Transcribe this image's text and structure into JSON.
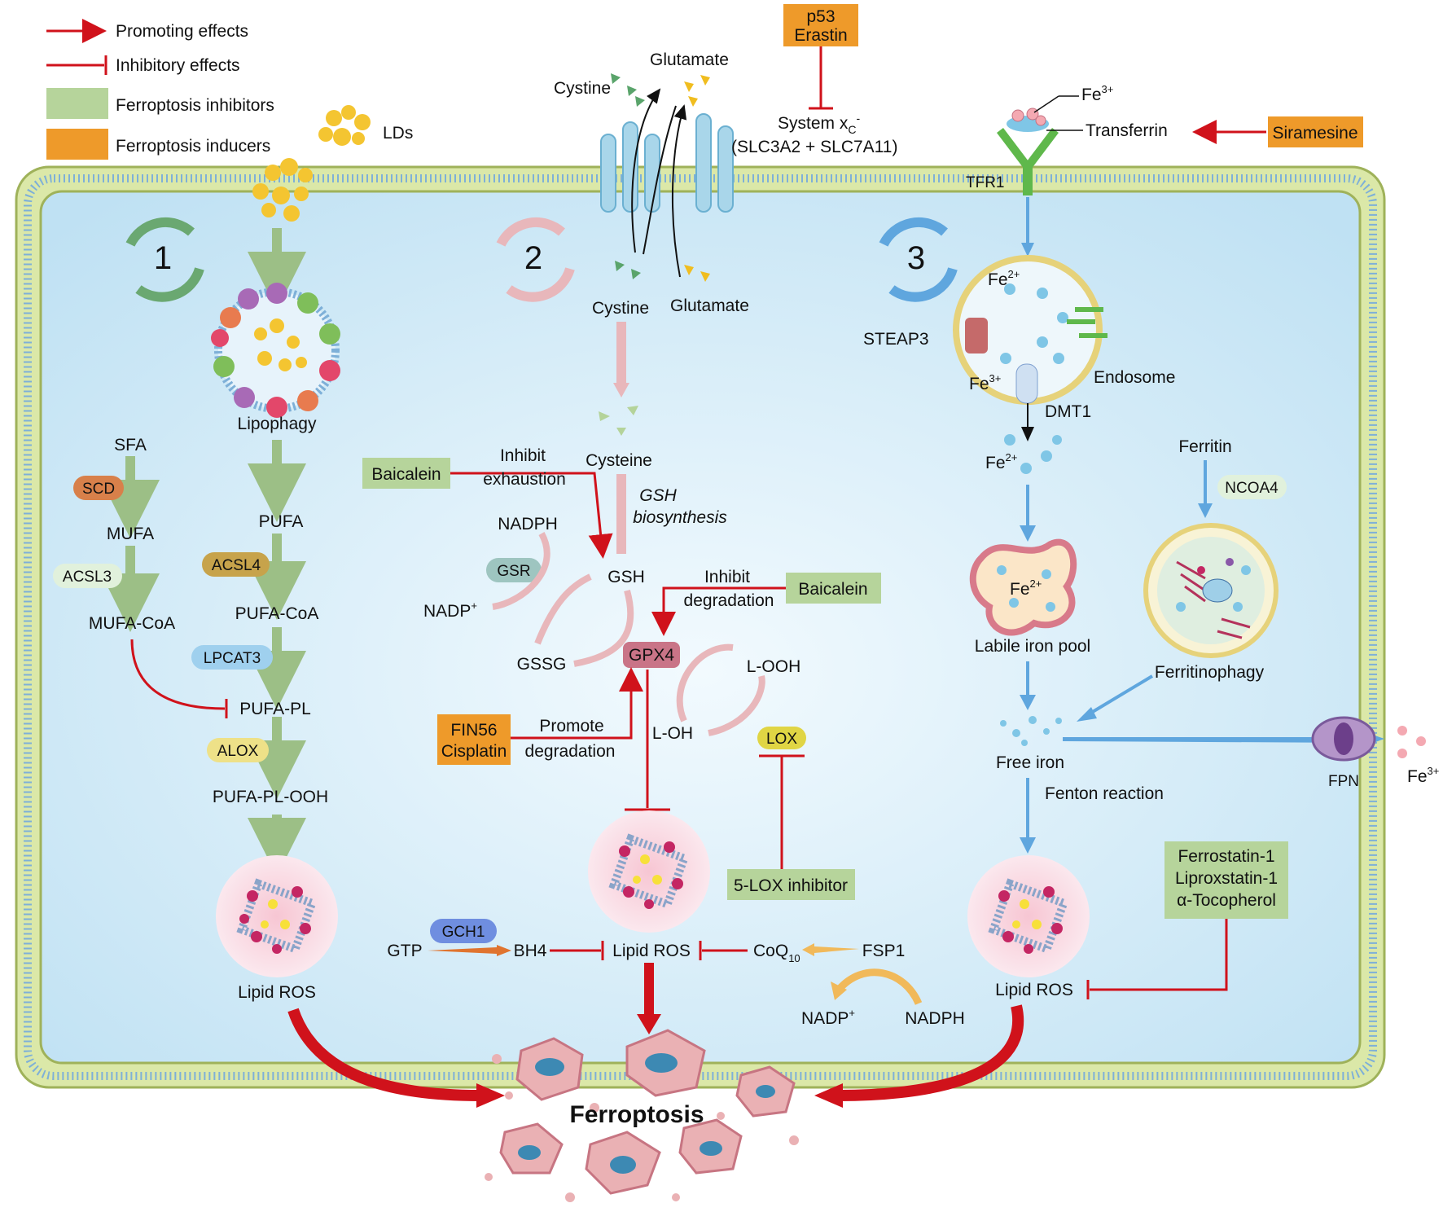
{
  "legend": {
    "promoting": "Promoting effects",
    "inhibitory": "Inhibitory effects",
    "inhibitors": "Ferroptosis inhibitors",
    "inducers": "Ferroptosis inducers"
  },
  "colors": {
    "promote": "#d0121b",
    "inhibitor_box": "#b6d49b",
    "inducer_box": "#ee9a2a",
    "cytoplasm": "#d7edf8",
    "green_arrow": "#9cbf86",
    "pink_arrow": "#e8b7bb",
    "blue_arrow": "#5fa6de"
  },
  "top": {
    "lds": "LDs",
    "cystine_out": "Cystine",
    "glutamate_out": "Glutamate",
    "p53": "p53",
    "erastin": "Erastin",
    "system_xc": "System xc",
    "system_xc_sub": "C",
    "system_xc_sup": "-",
    "slc": "(SLC3A2 + SLC7A11)",
    "fe3": "Fe",
    "fe3_sup": "3+",
    "transferrin": "Transferrin",
    "siramesine": "Siramesine",
    "tfr1": "TFR1"
  },
  "pathway1": {
    "number": "1",
    "lipophagy": "Lipophagy",
    "sfa": "SFA",
    "scd": "SCD",
    "mufa": "MUFA",
    "acsl3": "ACSL3",
    "mufa_coa": "MUFA-CoA",
    "pufa": "PUFA",
    "acsl4": "ACSL4",
    "pufa_coa": "PUFA-CoA",
    "lpcat3": "LPCAT3",
    "pufa_pl": "PUFA-PL",
    "alox": "ALOX",
    "pufa_pl_ooh": "PUFA-PL-OOH",
    "lipid_ros": "Lipid ROS"
  },
  "pathway2": {
    "number": "2",
    "cystine_in": "Cystine",
    "glutamate_in": "Glutamate",
    "cysteine": "Cysteine",
    "gsh_bio_1": "GSH",
    "gsh_bio_2": "biosynthesis",
    "baicalein1": "Baicalein",
    "inhibit1": "Inhibit",
    "exhaustion": "exhaustion",
    "nadph": "NADPH",
    "gsr": "GSR",
    "nadp": "NADP",
    "nadp_sup": "+",
    "gsh": "GSH",
    "gssg": "GSSG",
    "inhibit2": "Inhibit",
    "degradation1": "degradation",
    "baicalein2": "Baicalein",
    "gpx4": "GPX4",
    "l_ooh": "L-OOH",
    "l_oh": "L-OH",
    "fin56": "FIN56",
    "cisplatin": "Cisplatin",
    "promote": "Promote",
    "degradation2": "degradation",
    "lox": "LOX",
    "lox_inhibitor": "5-LOX inhibitor",
    "gch1": "GCH1",
    "gtp": "GTP",
    "bh4": "BH4",
    "lipid_ros": "Lipid ROS",
    "coq": "CoQ",
    "coq_sub": "10",
    "fsp1": "FSP1",
    "nadp2": "NADP",
    "nadp2_sup": "+",
    "nadph2": "NADPH"
  },
  "pathway3": {
    "number": "3",
    "fe2_a": "Fe",
    "fe2_a_sup": "2+",
    "steap3": "STEAP3",
    "fe3_b": "Fe",
    "fe3_b_sup": "3+",
    "endosome": "Endosome",
    "dmt1": "DMT1",
    "fe2_b": "Fe",
    "fe2_b_sup": "2+",
    "ferritin": "Ferritin",
    "ncoa4": "NCOA4",
    "fe2_c": "Fe",
    "fe2_c_sup": "2+",
    "labile_pool": "Labile iron pool",
    "ferritinophagy": "Ferritinophagy",
    "free_iron": "Free iron",
    "fpn": "FPN",
    "fe3_c": "Fe",
    "fe3_c_sup": "3+",
    "fenton": "Fenton reaction",
    "ferrostatin": "Ferrostatin-1",
    "liproxstatin": "Liproxstatin-1",
    "tocopherol": "α-Tocopherol",
    "lipid_ros": "Lipid ROS"
  },
  "ferroptosis": "Ferroptosis"
}
